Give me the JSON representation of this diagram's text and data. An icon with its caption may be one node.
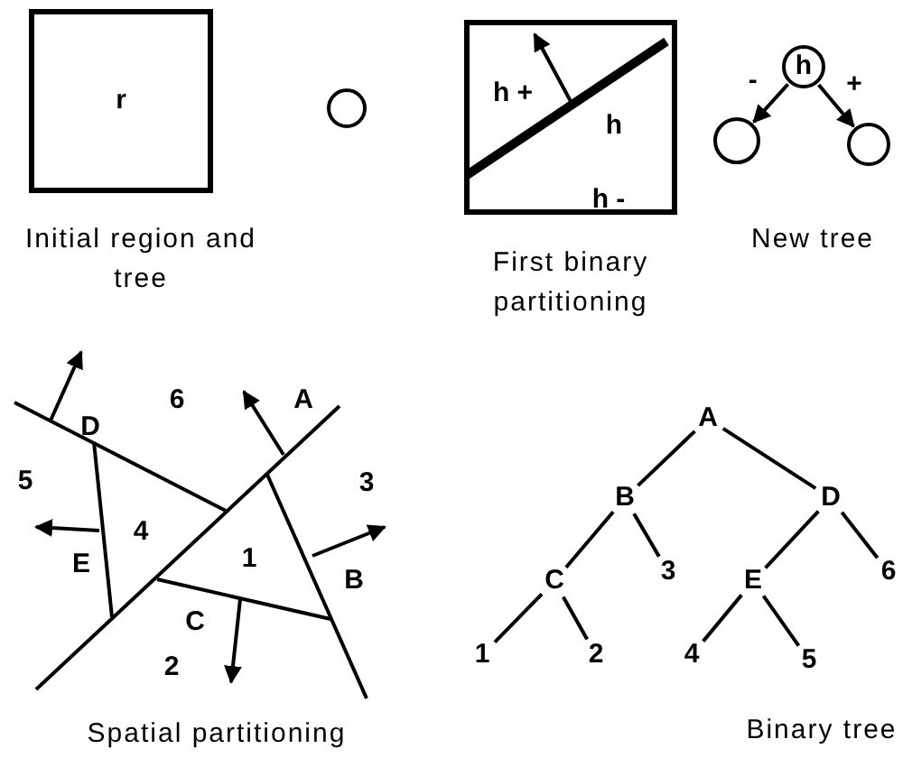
{
  "diagram": {
    "nodes": [
      {
        "text": [
          "r"
        ]
      },
      {
        "text": [],
        "shape": "circle"
      },
      {
        "text": [
          "h +",
          "h",
          "h -"
        ]
      },
      {
        "text": [
          "h"
        ]
      },
      {
        "text": [],
        "shape": "circle"
      },
      {
        "text": [],
        "shape": "circle"
      },
      {
        "text": [
          "A"
        ]
      },
      {
        "text": [
          "B"
        ]
      },
      {
        "text": [
          "D"
        ]
      },
      {
        "text": [
          "C"
        ]
      },
      {
        "text": [
          "3"
        ]
      },
      {
        "text": [
          "E"
        ]
      },
      {
        "text": [
          "6"
        ]
      },
      {
        "text": [
          "1"
        ]
      },
      {
        "text": [
          "2"
        ]
      },
      {
        "text": [
          "4"
        ]
      },
      {
        "text": [
          "5"
        ]
      }
    ],
    "edges": [
      {
        "from": 3,
        "to": 4,
        "arrow": "to",
        "label": "-"
      },
      {
        "from": 3,
        "to": 5,
        "arrow": "to",
        "label": "+"
      },
      {
        "from": 6,
        "to": 7,
        "arrow": "none"
      },
      {
        "from": 6,
        "to": 8,
        "arrow": "none"
      },
      {
        "from": 7,
        "to": 9,
        "arrow": "none"
      },
      {
        "from": 7,
        "to": 10,
        "arrow": "none"
      },
      {
        "from": 8,
        "to": 11,
        "arrow": "none"
      },
      {
        "from": 8,
        "to": 12,
        "arrow": "none"
      },
      {
        "from": 9,
        "to": 13,
        "arrow": "none"
      },
      {
        "from": 9,
        "to": 14,
        "arrow": "none"
      },
      {
        "from": 11,
        "to": 15,
        "arrow": "none"
      },
      {
        "from": 11,
        "to": 16,
        "arrow": "none"
      }
    ],
    "labels": [
      "Initial region and tree",
      "First binary partitioning",
      "New tree",
      "6",
      "A",
      "D",
      "5",
      "3",
      "4",
      "E",
      "1",
      "B",
      "C",
      "2",
      "Spatial partitioning",
      "Binary tree"
    ]
  }
}
